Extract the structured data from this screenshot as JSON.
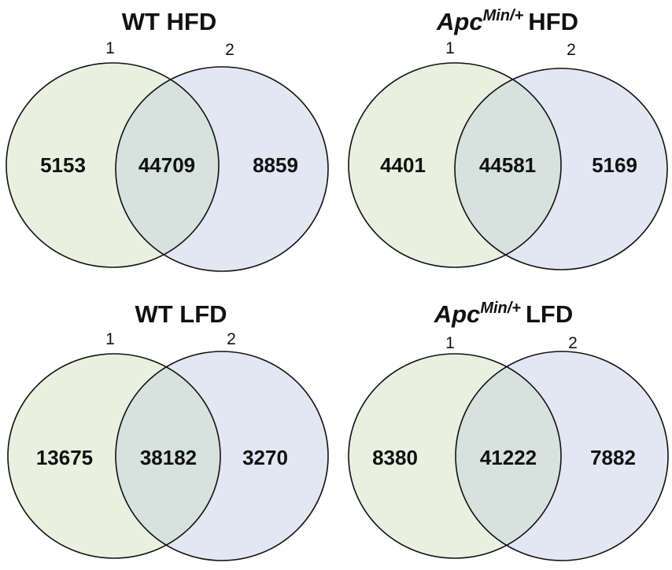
{
  "colors": {
    "set1_fill": "#eaf0e0",
    "set2_fill": "#e3e7f4",
    "overlap_fill": "#d6e2de",
    "stroke": "#111111"
  },
  "panels": [
    {
      "title_prefix": "",
      "title_sup": "",
      "title_main": "WT HFD",
      "set1_label": "1",
      "set2_label": "2",
      "only1": "5153",
      "both": "44709",
      "only2": "8859"
    },
    {
      "title_prefix": "Apc",
      "title_sup": "Min/+",
      "title_main": "HFD",
      "set1_label": "1",
      "set2_label": "2",
      "only1": "4401",
      "both": "44581",
      "only2": "5169"
    },
    {
      "title_prefix": "",
      "title_sup": "",
      "title_main": "WT LFD",
      "set1_label": "1",
      "set2_label": "2",
      "only1": "13675",
      "both": "38182",
      "only2": "3270"
    },
    {
      "title_prefix": "Apc",
      "title_sup": "Min/+",
      "title_main": "LFD",
      "set1_label": "1",
      "set2_label": "2",
      "only1": "8380",
      "both": "41222",
      "only2": "7882"
    }
  ]
}
